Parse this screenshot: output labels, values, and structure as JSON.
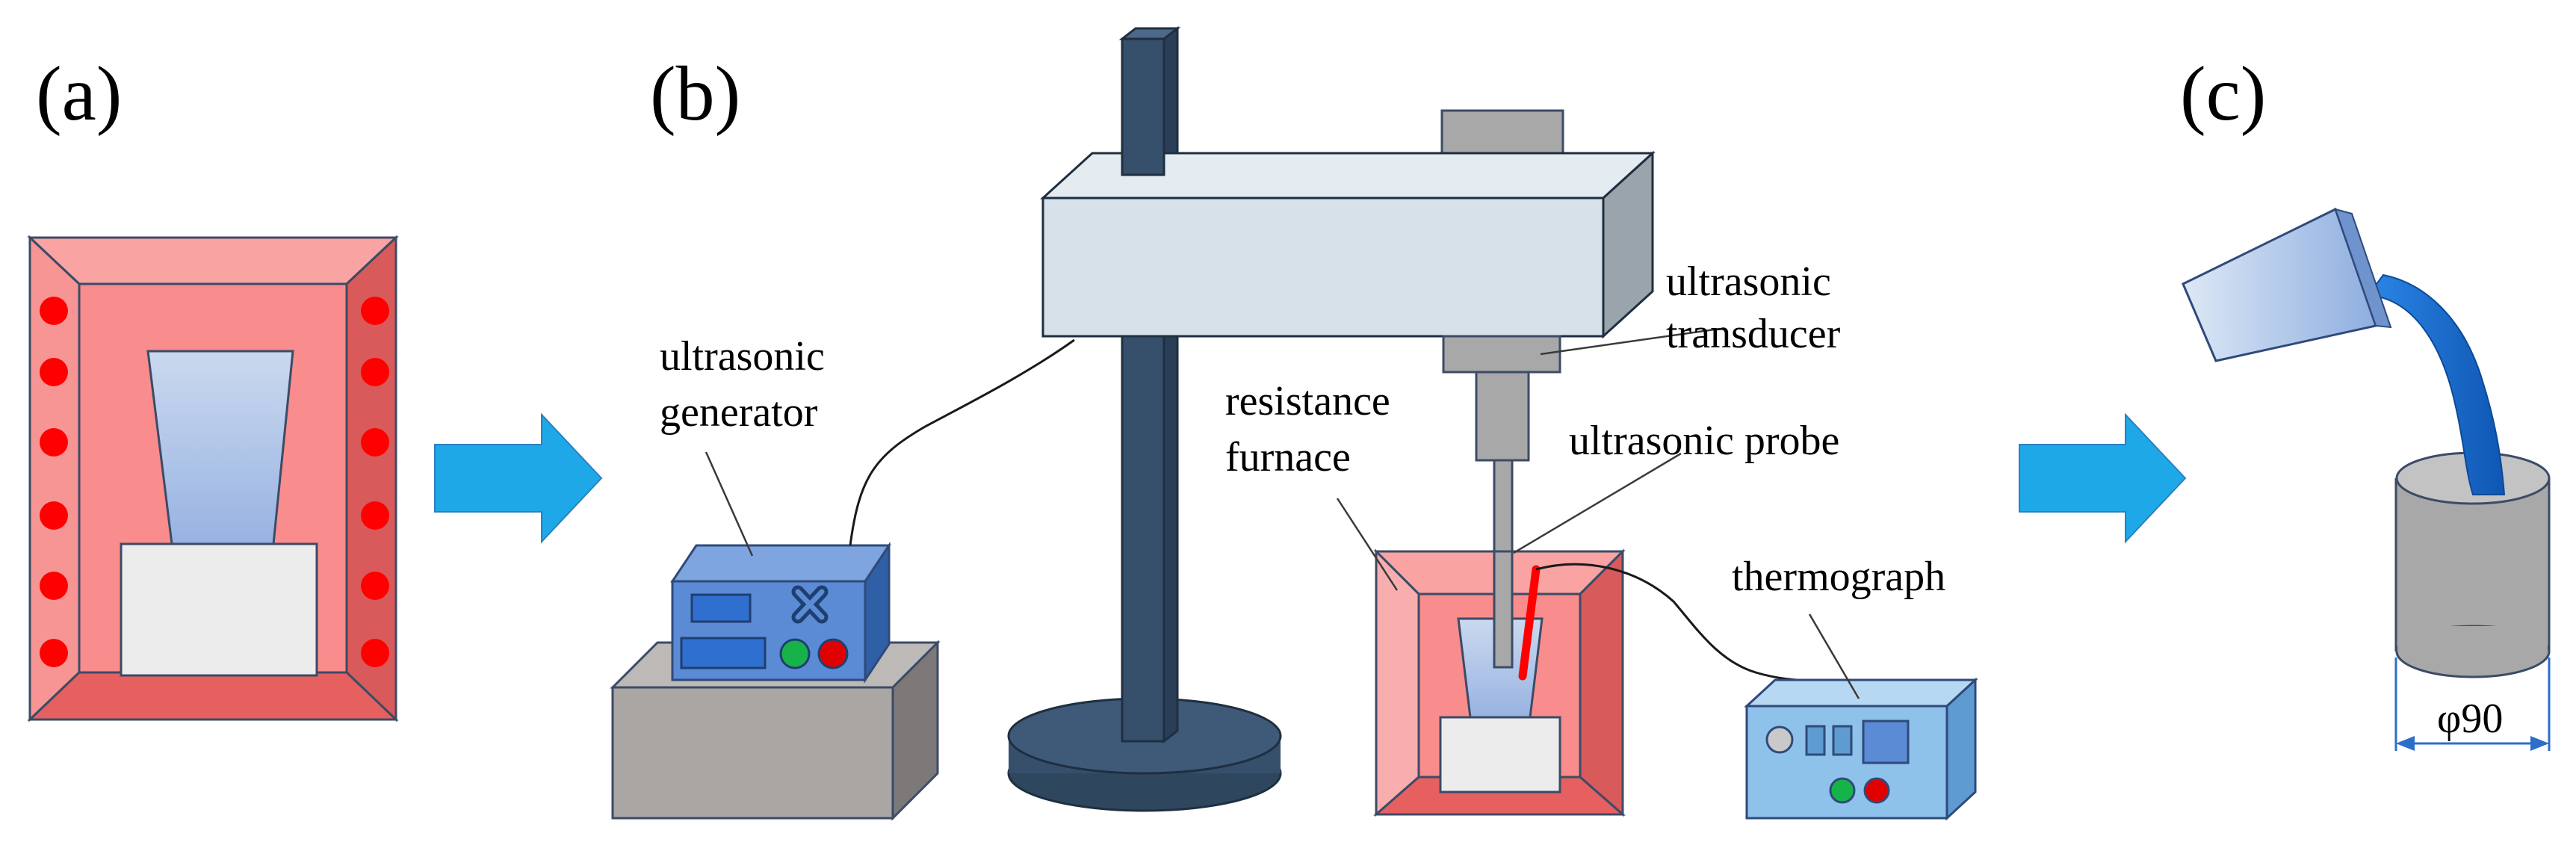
{
  "panels": {
    "a": {
      "label": "(a)"
    },
    "b": {
      "label": "(b)",
      "labels": {
        "transducer_line1": "ultrasonic",
        "transducer_line2": "transducer",
        "generator_line1": "ultrasonic",
        "generator_line2": "generator",
        "furnace_line1": "resistance",
        "furnace_line2": "furnace",
        "probe": "ultrasonic probe",
        "thermograph": "thermograph"
      }
    },
    "c": {
      "label": "(c)",
      "diameter_label": "φ90"
    }
  },
  "colors": {
    "furnace_outer": "#ef6b6b",
    "furnace_inner": "#f98c8c",
    "furnace_bevel": "#f9a3a3",
    "heater_dot": "#ff0000",
    "arrow": "#1fa8e8",
    "crucible_top": "#c7d7ef",
    "crucible_bottom": "#9db7e3",
    "block_white": "#ececec",
    "generator_blue": "#5b8bd5",
    "generator_dark": "#2f5fa7",
    "stand_dark": "#364f6b",
    "beam_light": "#d6e1ea",
    "gray_box": "#aaa6a4",
    "thermo_blue": "#8fc2ea",
    "melt_blue": "#1a6fd0",
    "green_button": "#16b34a",
    "red_button": "#e10000",
    "dimension_blue": "#2c6fc8"
  }
}
